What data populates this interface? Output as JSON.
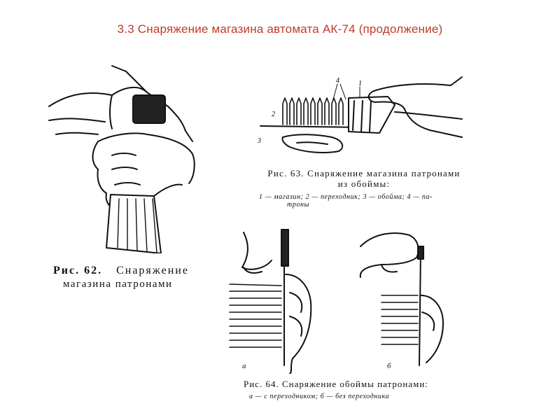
{
  "slide": {
    "title": "3.3  Снаряжение магазина автомата АК-74 (продолжение)",
    "accent_color": "#c0392b"
  },
  "fig62": {
    "label": "Рис.  62.",
    "title_l1": "Снаряжение",
    "title_l2": "магазина патронами"
  },
  "fig63": {
    "line1": "Рис. 63. Снаряжение магазина патронами",
    "line2": "из обоймы:",
    "line3": "1 — магазин;  2 — переходник;  3 — обойма;  4 — па-",
    "line4": "троны",
    "callouts": [
      "1",
      "2",
      "3",
      "4"
    ]
  },
  "fig64": {
    "line1": "Рис. 64. Снаряжение обоймы патронами:",
    "line2": "а — с  переходником;  б — без переходника",
    "letter_a": "а",
    "letter_b": "б"
  }
}
